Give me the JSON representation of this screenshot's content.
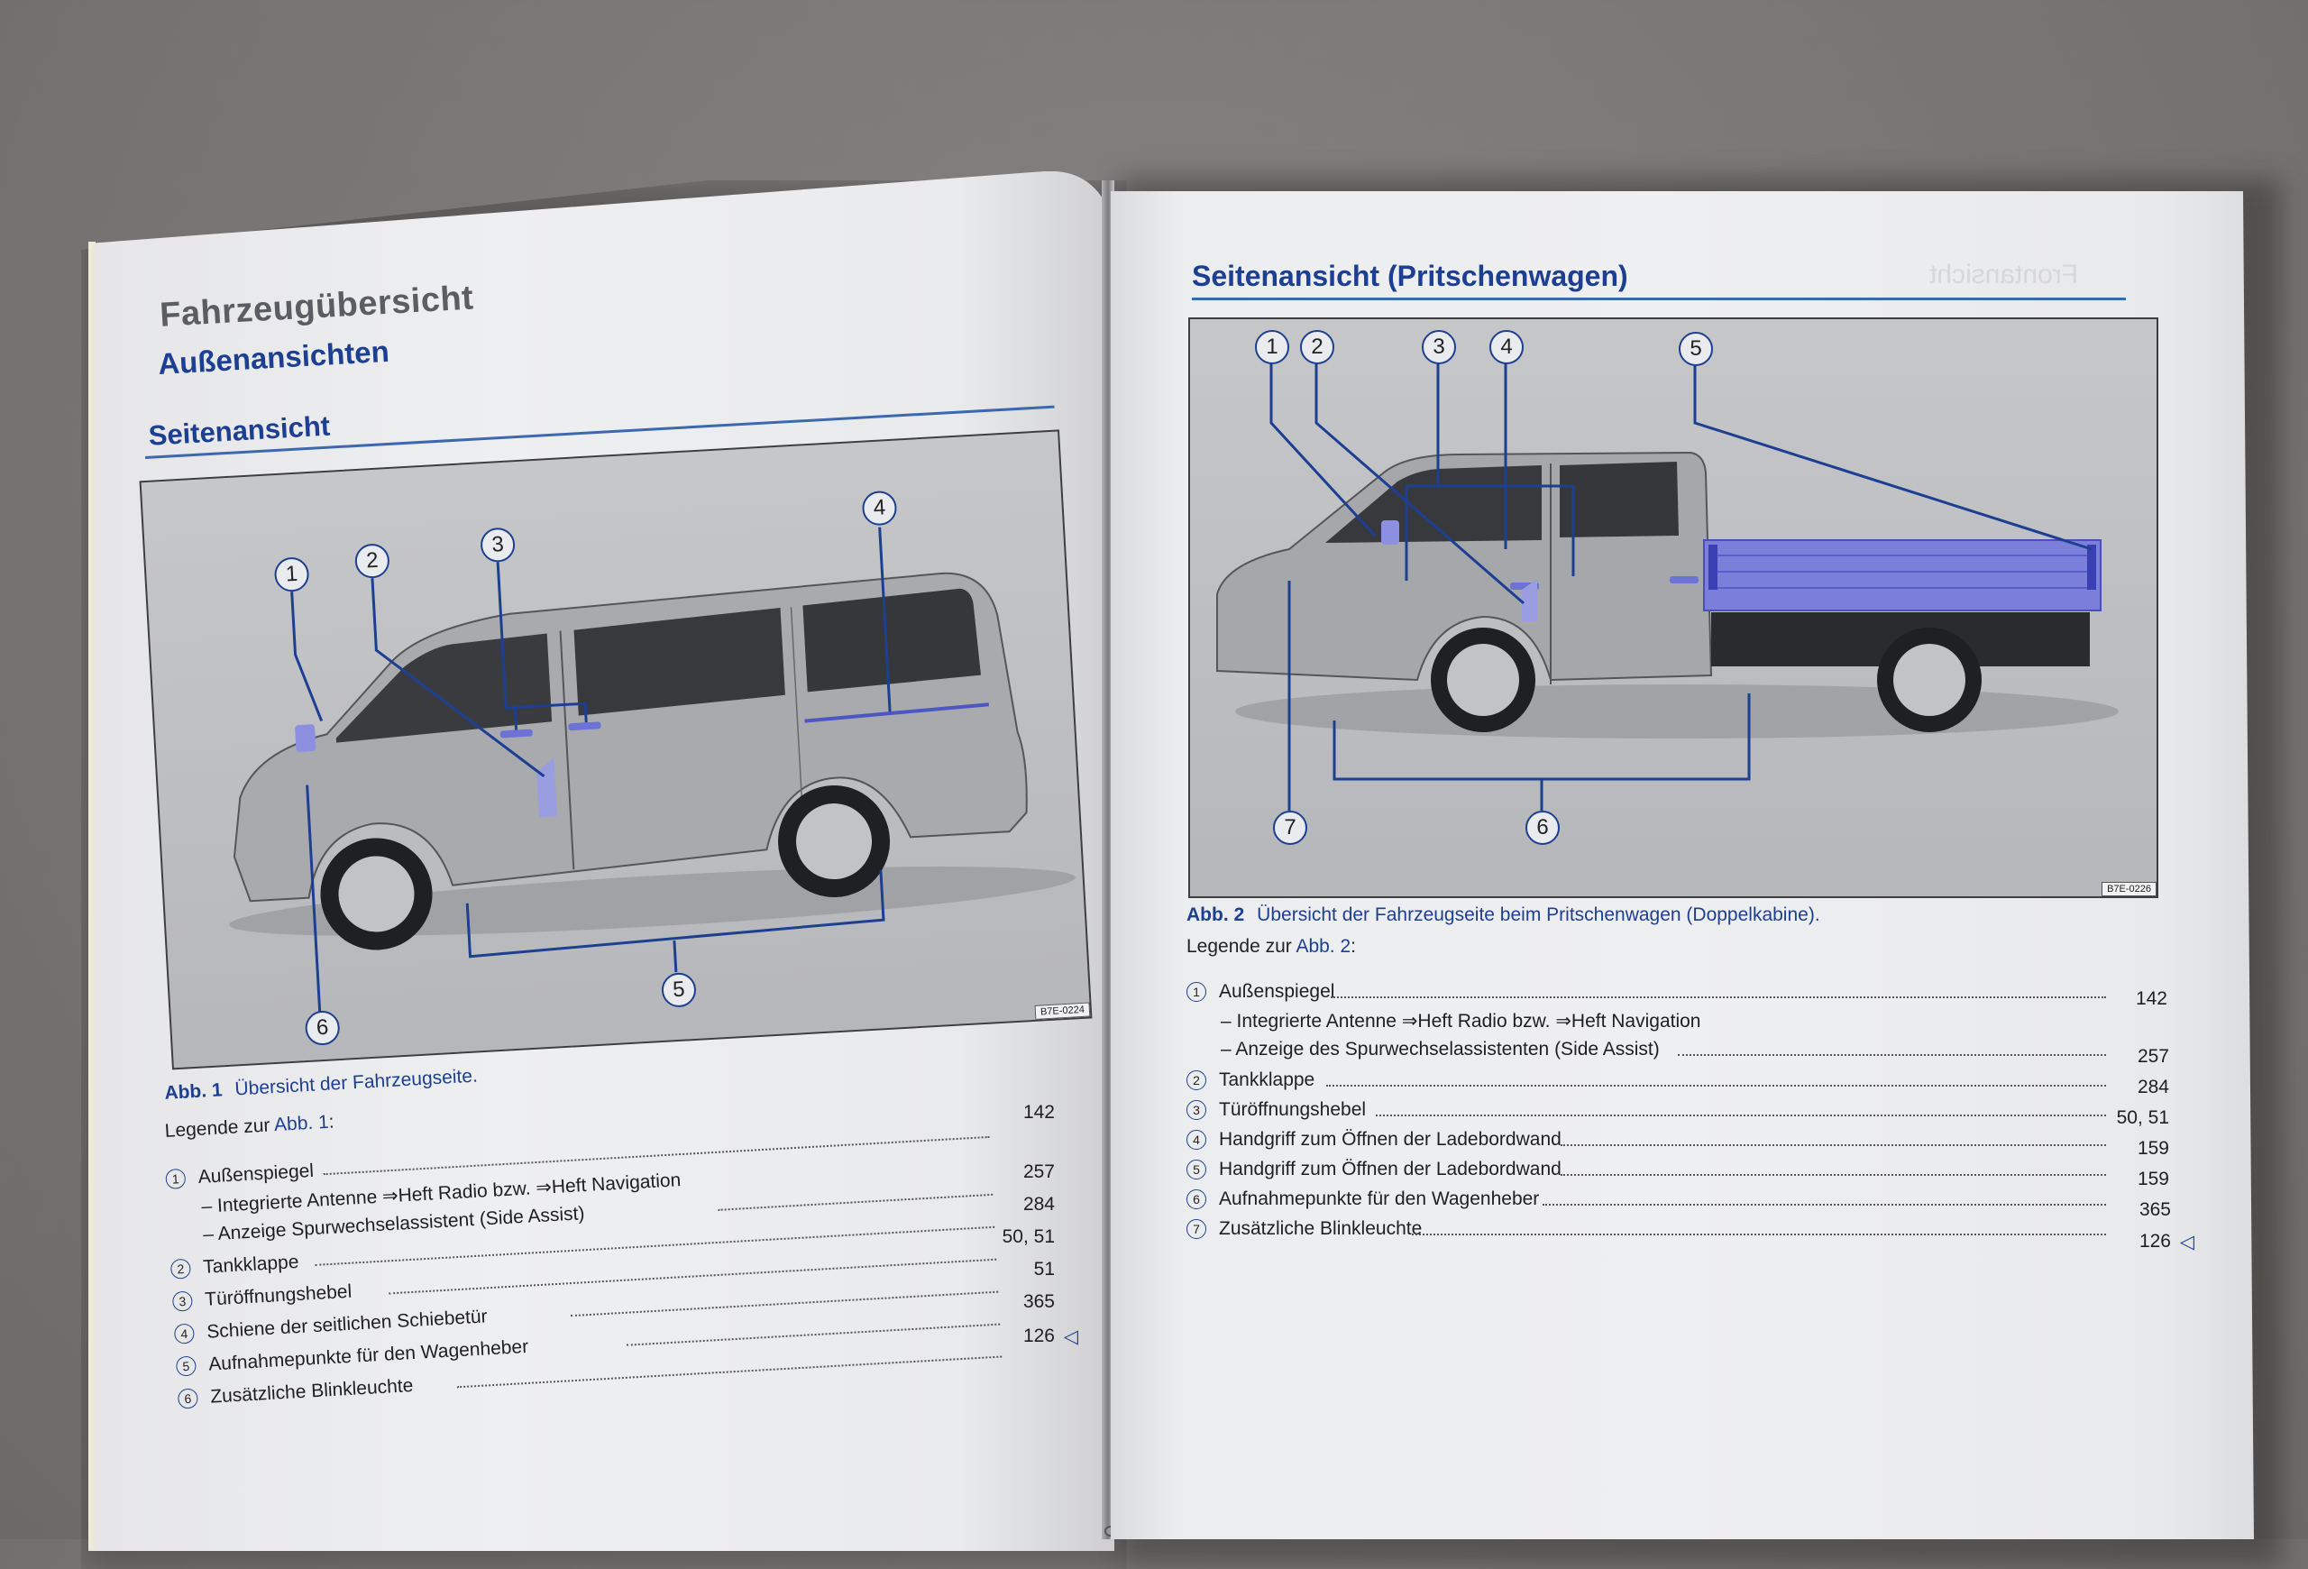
{
  "left_page": {
    "chapter_title": "Fahrzeugübersicht",
    "section_title": "Außenansichten",
    "subsection_title": "Seitenansicht",
    "figure": {
      "id_label": "B7E-0224",
      "callouts": [
        "1",
        "2",
        "3",
        "4",
        "5",
        "6"
      ],
      "caption_label": "Abb. 1",
      "caption_text": "Übersicht der Fahrzeugseite."
    },
    "legend_intro": "Legende zur ",
    "legend_link": "Abb. 1",
    "legend_colon": ":",
    "legend": [
      {
        "num": "1",
        "label": "Außenspiegel",
        "page": "142"
      },
      {
        "num": "",
        "label": "– Integrierte Antenne ⇒Heft Radio bzw. ⇒Heft Navigation",
        "page": "257",
        "sub": true
      },
      {
        "num": "",
        "label": "– Anzeige Spurwechselassistent (Side Assist)",
        "page": "284",
        "sub": true
      },
      {
        "num": "2",
        "label": "Tankklappe",
        "page": "50, 51"
      },
      {
        "num": "3",
        "label": "Türöffnungshebel",
        "page": "51"
      },
      {
        "num": "4",
        "label": "Schiene der seitlichen Schiebetür",
        "page": "365"
      },
      {
        "num": "5",
        "label": "Aufnahmepunkte für den Wagenheber",
        "page": "126"
      },
      {
        "num": "6",
        "label": "Zusätzliche Blinkleuchte",
        "page": ""
      }
    ],
    "end_marker": "◁"
  },
  "right_page": {
    "section_title": "Seitenansicht (Pritschenwagen)",
    "figure": {
      "id_label": "B7E-0226",
      "callouts": [
        "1",
        "2",
        "3",
        "4",
        "5",
        "6",
        "7"
      ],
      "caption_label": "Abb. 2",
      "caption_text": "Übersicht der Fahrzeugseite beim Pritschenwagen (Doppelkabine)."
    },
    "legend_intro": "Legende zur ",
    "legend_link": "Abb. 2",
    "legend_colon": ":",
    "legend": [
      {
        "num": "1",
        "label": "Außenspiegel",
        "page": "142"
      },
      {
        "num": "",
        "label": "– Integrierte Antenne ⇒Heft Radio bzw. ⇒Heft Navigation",
        "page": "",
        "sub": true
      },
      {
        "num": "",
        "label": "– Anzeige des Spurwechselassistenten (Side Assist)",
        "page": "257",
        "sub": true
      },
      {
        "num": "2",
        "label": "Tankklappe",
        "page": "284"
      },
      {
        "num": "3",
        "label": "Türöffnungshebel",
        "page": "50, 51"
      },
      {
        "num": "4",
        "label": "Handgriff zum Öffnen der Ladebordwand",
        "page": "159"
      },
      {
        "num": "5",
        "label": "Handgriff zum Öffnen der Ladebordwand",
        "page": "159"
      },
      {
        "num": "6",
        "label": "Aufnahmepunkte für den Wagenheber",
        "page": "365"
      },
      {
        "num": "7",
        "label": "Zusätzliche Blinkleuchte",
        "page": "126"
      }
    ],
    "end_marker": "◁",
    "bleed_through_text": "Frontansicht"
  },
  "colors": {
    "heading_blue": "#1d3f91",
    "rule_blue": "#3c68b0",
    "chapter_grey": "#5a5d62",
    "highlight_blue": "#7b7fd6",
    "background": "#777573"
  }
}
